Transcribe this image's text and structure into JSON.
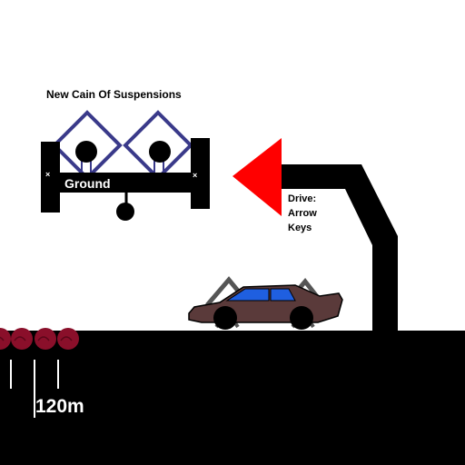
{
  "scene": {
    "title": "New Cain Of Suspensions",
    "ground_label": "Ground",
    "drive_hint": [
      "Drive:",
      "Arrow",
      "Keys"
    ],
    "distance": "120m"
  },
  "colors": {
    "background": "#ffffff",
    "ground": "#000000",
    "diamond_frame": "#3a3a8a",
    "arrow_fill": "#ff0000",
    "car_body": "#5a3a3a",
    "car_windows": "#1f5fe0",
    "wheel": "#000000",
    "ball": "#8a0f2a",
    "tick": "#ffffff"
  }
}
